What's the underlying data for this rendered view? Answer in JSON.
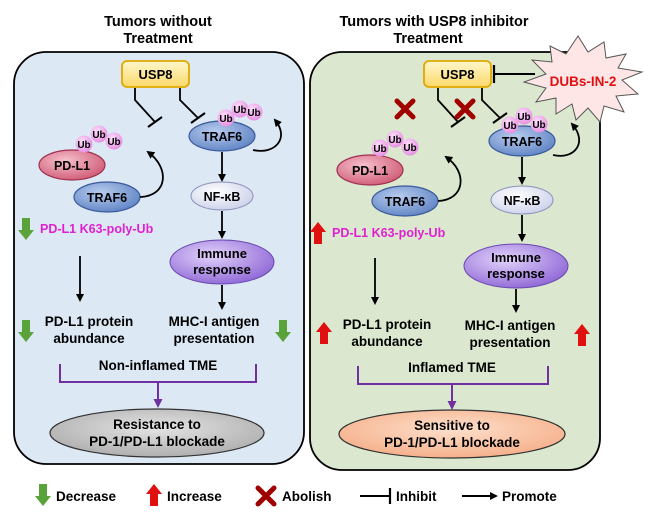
{
  "left_panel": {
    "title_line1": "Tumors without",
    "title_line2": "Treatment",
    "usp8": "USP8",
    "traf6_top": "TRAF6",
    "pdl1": "PD-L1",
    "traf6_bottom": "TRAF6",
    "ub": "Ub",
    "k63_label": "PD-L1 K63-poly-Ub",
    "nfkb": "NF-κB",
    "immune_line1": "Immune",
    "immune_line2": "response",
    "pdl1_abund_line1": "PD-L1 protein",
    "pdl1_abund_line2": "abundance",
    "mhc_line1": "MHC-I antigen",
    "mhc_line2": "presentation",
    "tme": "Non-inflamed TME",
    "outcome_line1": "Resistance to",
    "outcome_line2": "PD-1/PD-L1 blockade"
  },
  "right_panel": {
    "title_line1": "Tumors with USP8 inhibitor",
    "title_line2": "Treatment",
    "inhibitor": "DUBs-IN-2",
    "usp8": "USP8",
    "traf6_top": "TRAF6",
    "pdl1": "PD-L1",
    "traf6_bottom": "TRAF6",
    "ub": "Ub",
    "k63_label": "PD-L1 K63-poly-Ub",
    "nfkb": "NF-κB",
    "immune_line1": "Immune",
    "immune_line2": "response",
    "pdl1_abund_line1": "PD-L1 protein",
    "pdl1_abund_line2": "abundance",
    "mhc_line1": "MHC-I antigen",
    "mhc_line2": "presentation",
    "tme": "Inflamed TME",
    "outcome_line1": "Sensitive to",
    "outcome_line2": "PD-1/PD-L1 blockade"
  },
  "legend": {
    "decrease": "Decrease",
    "increase": "Increase",
    "abolish": "Abolish",
    "inhibit": "Inhibit",
    "promote": "Promote"
  },
  "colors": {
    "left_bg": "#dde8f5",
    "right_bg": "#dbe8cf",
    "usp8_fill": "#fde9a0",
    "usp8_stroke": "#e0a800",
    "traf6_fill": "#7f9fd6",
    "pdl1_fill": "#e0869a",
    "ub_fill": "#f0a8ea",
    "immune_fill": "#a98ae0",
    "k63_text": "#e020d0",
    "green": "#59a33a",
    "red": "#e01010",
    "abolish": "#a00000",
    "purple": "#7030a0",
    "left_outcome_fill": "#c8c8c8",
    "right_outcome_fill": "#f8c0a0"
  },
  "icons": [
    "arrow-down-icon",
    "arrow-up-icon",
    "cross-icon",
    "inhibit-icon",
    "promote-icon",
    "starburst-icon"
  ]
}
